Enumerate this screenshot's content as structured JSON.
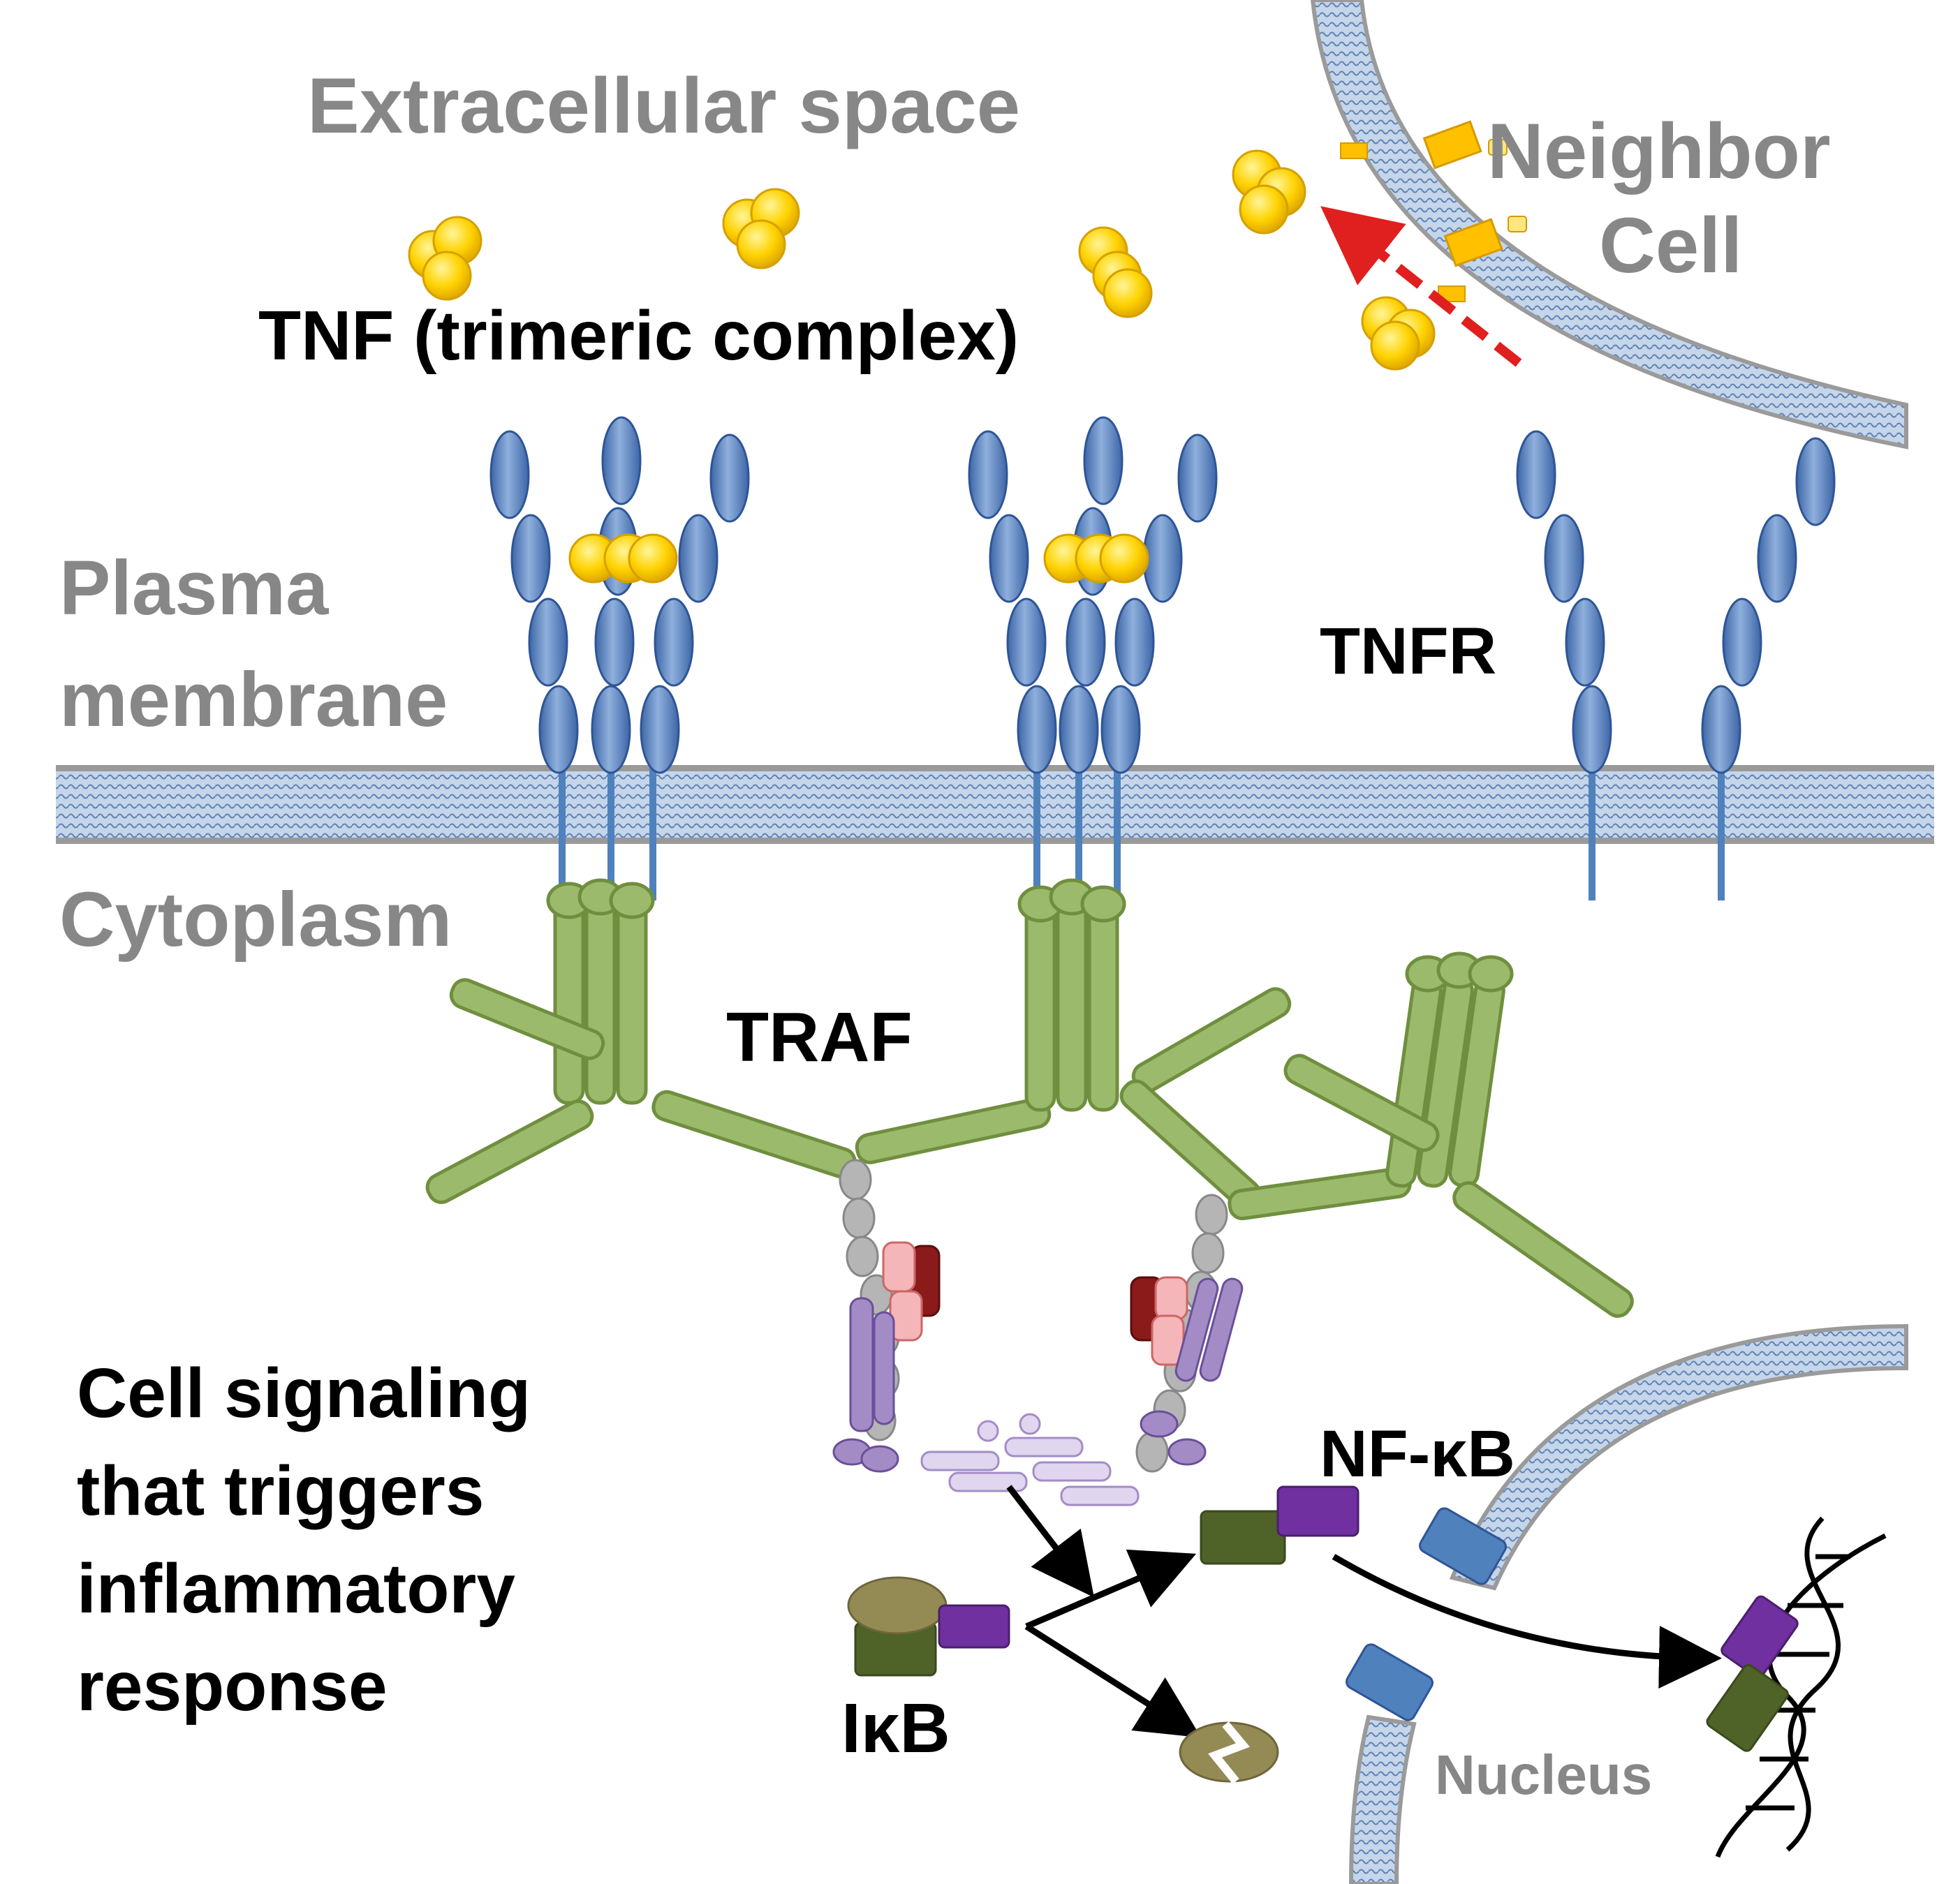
{
  "labels": {
    "extracellular": "Extracellular space",
    "neighbor_line1": "Neighbor",
    "neighbor_line2": "Cell",
    "tnf": "TNF (trimeric complex)",
    "plasma_line1": "Plasma",
    "plasma_line2": "membrane",
    "cytoplasm": "Cytoplasm",
    "tnfr": "TNFR",
    "traf": "TRAF",
    "signaling_line1": "Cell signaling",
    "signaling_line2": "that triggers",
    "signaling_line3": "inflammatory",
    "signaling_line4": "response",
    "nfkb": "NF-κB",
    "ikb": "IκB",
    "nucleus": "Nucleus"
  },
  "colors": {
    "gray_text": "#878787",
    "receptor_blue": "#5a82bd",
    "tnf_yellow": "#ffd700",
    "traf_green": "#9cba6b",
    "membrane_blue": "#a9c0dc",
    "arrow_red": "#e01f1f",
    "nfkb_purple": "#7030a0",
    "nfkb_green": "#4f6228",
    "ikb_olive": "#948a54",
    "importin_blue": "#4f81bd"
  }
}
